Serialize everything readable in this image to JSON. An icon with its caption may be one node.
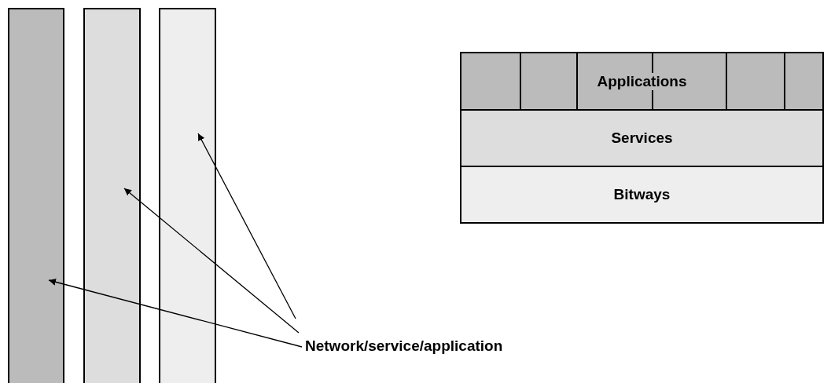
{
  "diagram": {
    "nodes": [
      {
        "text": [],
        "shape": "bar"
      },
      {
        "text": [],
        "shape": "bar"
      },
      {
        "text": [],
        "shape": "bar"
      },
      {
        "text": [
          "Applications"
        ]
      },
      {
        "text": [
          "Services"
        ]
      },
      {
        "text": [
          "Bitways"
        ]
      },
      {
        "text": [
          "Network/service/application"
        ]
      }
    ],
    "edges": [
      {
        "from": 6,
        "to": 0,
        "arrow": "to"
      },
      {
        "from": 6,
        "to": 1,
        "arrow": "to"
      },
      {
        "from": 6,
        "to": 2,
        "arrow": "to"
      }
    ]
  }
}
